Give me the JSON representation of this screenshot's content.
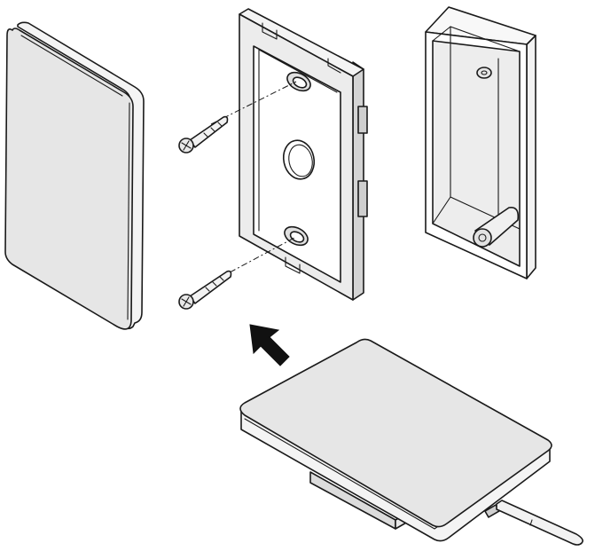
{
  "figure": {
    "kind": "exploded-assembly-illustration",
    "parts": [
      "cover-plate",
      "mounting-frame",
      "screw",
      "back-box",
      "panel",
      "screwdriver"
    ],
    "colors": {
      "stroke": "#1a1a1a",
      "face_fill": "#e6e6e6",
      "side_fill": "#f4f4f4",
      "shadow_fill": "#d4d4d4",
      "background": "#ffffff"
    },
    "arrow_direction": "up-left"
  }
}
